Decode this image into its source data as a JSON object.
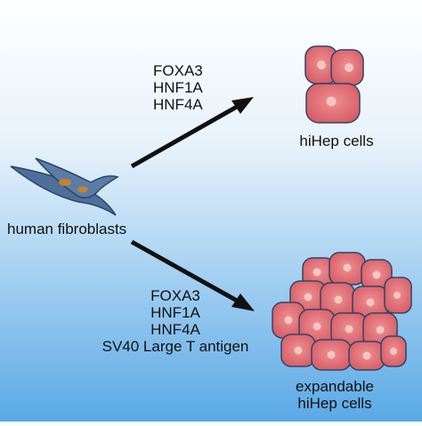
{
  "background": {
    "top_color": "#ffffff",
    "bottom_color": "#5aa9e6"
  },
  "source": {
    "label": "human fibroblasts",
    "cell_color": "#4f6f9a",
    "nucleus_color": "#c7802f"
  },
  "top_path": {
    "factors": [
      "FOXA3",
      "HNF1A",
      "HNF4A"
    ],
    "result_label": "hiHep cells"
  },
  "bottom_path": {
    "factors": [
      "FOXA3",
      "HNF1A",
      "HNF4A",
      "SV40 Large T antigen"
    ],
    "result_label_lines": [
      "expandable",
      "hiHep cells"
    ]
  },
  "hepatocyte": {
    "cell_color": "#d9636c",
    "outline_color": "#2f4766",
    "nucleus_color": "#f3c7bf"
  }
}
